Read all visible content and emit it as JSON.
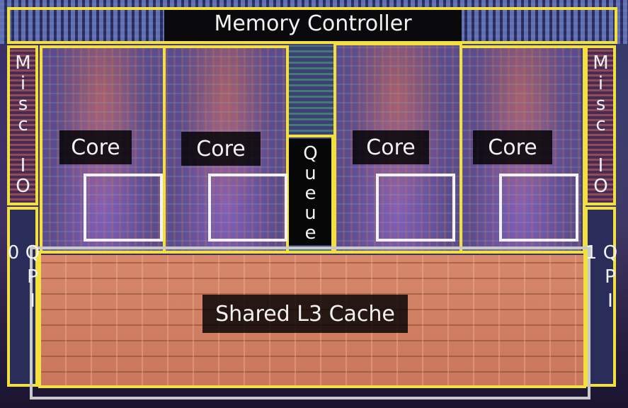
{
  "labels": {
    "memory_controller": "Memory Controller",
    "core": "Core",
    "queue": "Queue",
    "misc_io": "Misc IO",
    "qpi_0": "QPI 0",
    "qpi_1": "QPI 1",
    "shared_l3_cache": "Shared L3 Cache"
  },
  "colors": {
    "outline_primary": "#f2e040",
    "outline_secondary": "#f2f2f2",
    "cache_fill": "#d7886c",
    "label_background": "#000000"
  }
}
